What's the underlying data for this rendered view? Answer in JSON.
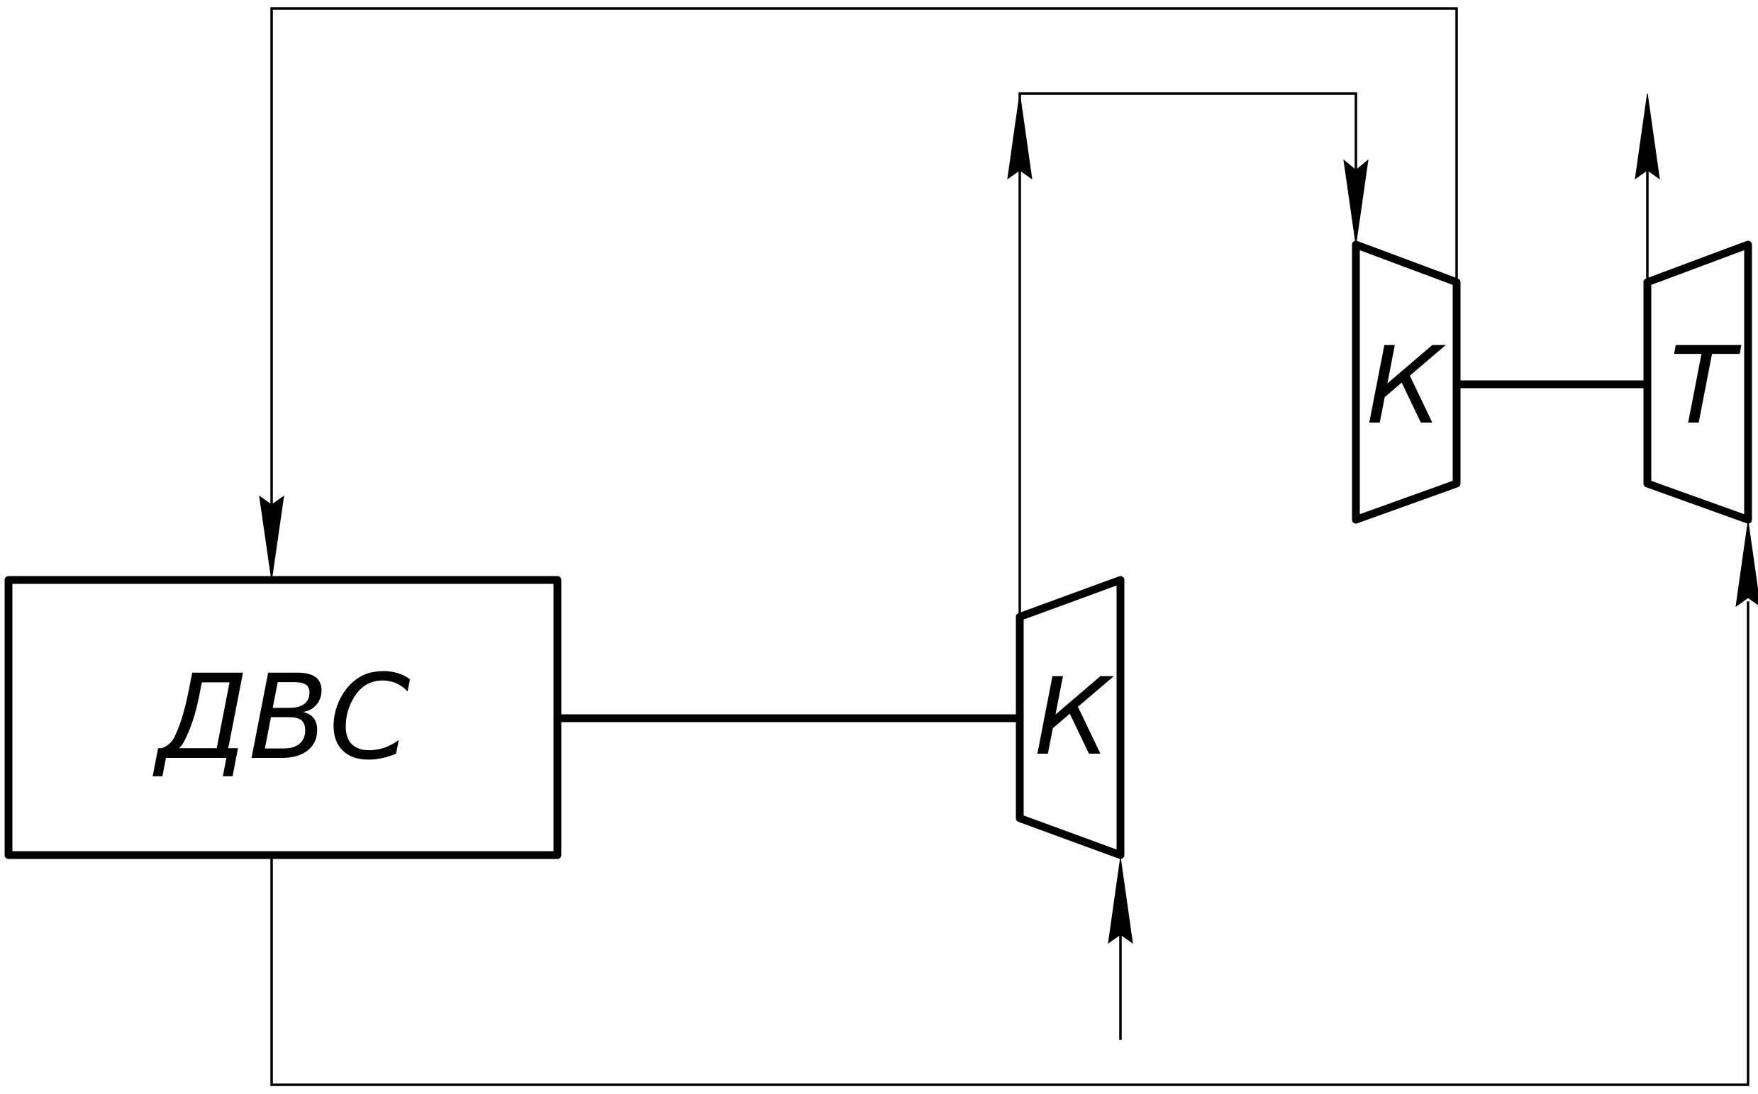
{
  "diagram": {
    "engine_label": "ДВС",
    "compressor_1_label": "К",
    "compressor_2_label": "К",
    "turbine_label": "Т"
  }
}
